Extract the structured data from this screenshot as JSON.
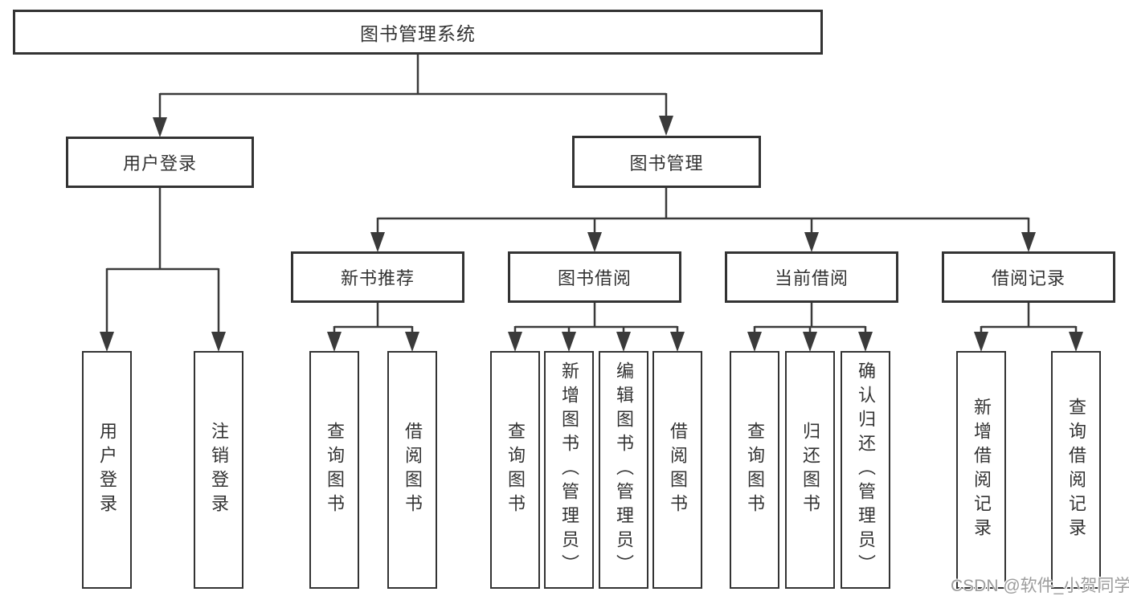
{
  "diagram": {
    "label": "图书管理系统",
    "children": [
      {
        "label": "用户登录",
        "children": [
          {
            "label": "用户登录"
          },
          {
            "label": "注销登录"
          }
        ]
      },
      {
        "label": "图书管理",
        "children": [
          {
            "label": "新书推荐",
            "children": [
              {
                "label": "查询图书"
              },
              {
                "label": "借阅图书"
              }
            ]
          },
          {
            "label": "图书借阅",
            "children": [
              {
                "label": "查询图书"
              },
              {
                "label": "新增图书（管理员）"
              },
              {
                "label": "编辑图书（管理员）"
              },
              {
                "label": "借阅图书"
              }
            ]
          },
          {
            "label": "当前借阅",
            "children": [
              {
                "label": "查询图书"
              },
              {
                "label": "归还图书"
              },
              {
                "label": "确认归还（管理员）"
              }
            ]
          },
          {
            "label": "借阅记录",
            "children": [
              {
                "label": "新增借阅记录"
              },
              {
                "label": "查询借阅记录"
              }
            ]
          }
        ]
      }
    ]
  },
  "watermark": {
    "text": "CSDN @软件_小贺同学",
    "color": "#9c9c9c"
  },
  "colors": {
    "line": "#3a3a3a",
    "box_border": "#333333",
    "box_background": "#ffffff",
    "text": "#333333"
  }
}
